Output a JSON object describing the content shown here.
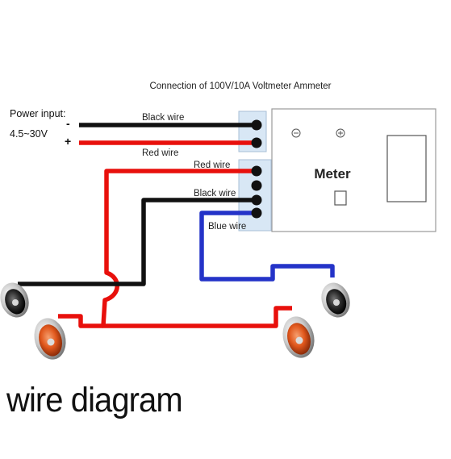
{
  "diagram": {
    "title": "Connection of 100V/10A Voltmeter Ammeter",
    "power_input_label": "Power input:",
    "voltage_range": "4.5~30V",
    "minus_sign": "-",
    "plus_sign": "+",
    "wire_labels": {
      "black_top": "Black wire",
      "red_top": "Red wire",
      "red_lower": "Red wire",
      "black_lower": "Black wire",
      "blue": "Blue wire"
    },
    "meter_label": "Meter",
    "caption": "wire diagram",
    "colors": {
      "black_wire": "#111111",
      "red_wire": "#e8100c",
      "blue_wire": "#2433c8",
      "terminal_block": "#d8e7f5",
      "meter_border": "#9a9a9a",
      "banana_red": "#e0571c",
      "banana_black": "#2b2b2b"
    },
    "icons": [
      "screw-terminal-icon",
      "banana-jack-red-icon",
      "banana-jack-black-icon",
      "meter-window-icon",
      "meter-button-icon"
    ]
  }
}
